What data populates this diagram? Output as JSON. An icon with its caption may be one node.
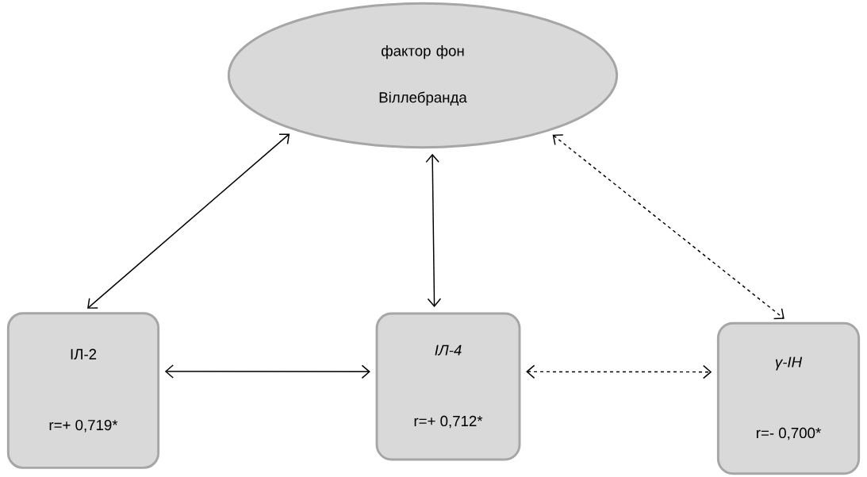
{
  "diagram": {
    "nodes": [
      {
        "text": [
          "фактор фон Віллебранда"
        ]
      },
      {
        "text": [
          "ІЛ-2",
          "r=+ 0,719*"
        ]
      },
      {
        "text": [
          "ІЛ-4",
          "r=+ 0,712*"
        ]
      },
      {
        "text": [
          "γ-ІН",
          "r=- 0,700*"
        ]
      }
    ],
    "edges": [
      {
        "from": 0,
        "to": 1,
        "arrow": "both"
      },
      {
        "from": 0,
        "to": 2,
        "arrow": "both"
      },
      {
        "from": 0,
        "to": 3,
        "arrow": "both",
        "style": "dashed"
      },
      {
        "from": 1,
        "to": 2,
        "arrow": "both"
      },
      {
        "from": 2,
        "to": 3,
        "arrow": "both",
        "style": "dashed"
      }
    ]
  }
}
